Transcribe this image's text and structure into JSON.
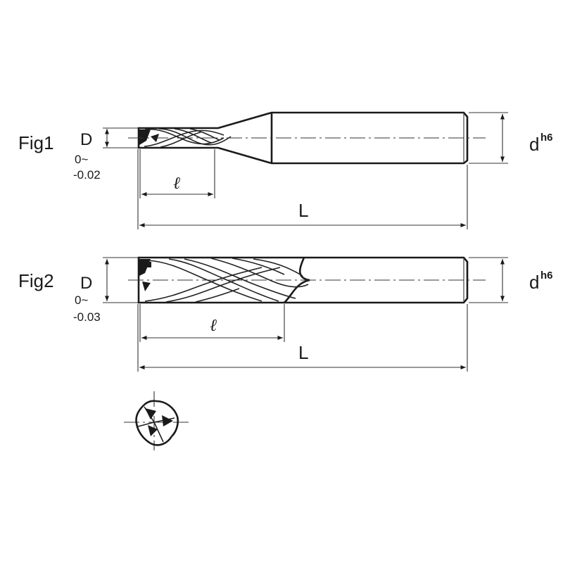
{
  "fig1": {
    "label": "Fig1",
    "D": "D",
    "tol_top": "0~",
    "tol_bottom": "-0.02",
    "flute_length": "ℓ",
    "overall_length": "L",
    "shank_d": "d",
    "shank_tol": "h6"
  },
  "fig2": {
    "label": "Fig2",
    "D": "D",
    "tol_top": "0~",
    "tol_bottom": "-0.03",
    "flute_length": "ℓ",
    "overall_length": "L",
    "shank_d": "d",
    "shank_tol": "h6"
  }
}
